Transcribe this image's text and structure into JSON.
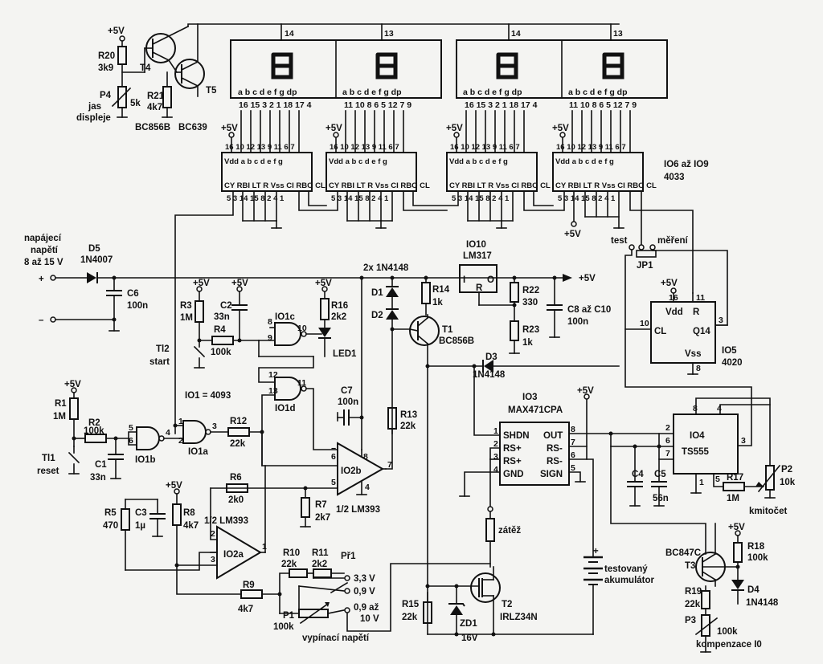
{
  "labels": {
    "supply_plus": "+5V",
    "r20": "R20",
    "r20v": "3k9",
    "p4": "P4",
    "p4v": "5k",
    "jas1": "jas",
    "jas2": "displeje",
    "t4": "T4",
    "t5": "T5",
    "r21": "R21",
    "r21v": "4k7",
    "bc856b": "BC856B",
    "bc639": "BC639",
    "pin14a": "14",
    "pin13a": "13",
    "pin14b": "14",
    "pin13b": "13",
    "disp_pins_1": "16 15 3 2 1 18 17 4",
    "disp_pins_2": "11 10 8 6 5 12 7 9",
    "io_top_pins": "16 10 12 13 9 11 6 7",
    "io_bot_pins": "5 3 14 15 8 2 4 1",
    "io_top_names": "Vdd a b c d e f g",
    "io_bot_names": "CY RBI LT R Vss CI RBO CL",
    "io6_9_a": "IO6 až IO9",
    "io6_9_b": "4033",
    "nap1": "napájecí",
    "nap2": "napětí",
    "nap3": "8 až 15 V",
    "plus": "+",
    "minus": "–",
    "d5": "D5",
    "d5v": "1N4007",
    "c6": "C6",
    "c6v": "100n",
    "io10": "IO10",
    "io10v": "LM317",
    "i": "I",
    "o": "O",
    "r": "R",
    "diodes": "2x 1N4148",
    "d1": "D1",
    "d2": "D2",
    "r14": "R14",
    "r14v": "1k",
    "t1": "T1",
    "t1v": "BC856B",
    "r22": "R22",
    "r22v": "330",
    "r23": "R23",
    "r23v": "1k",
    "c8": "C8 až C10",
    "c8v": "100n",
    "out5v": "+5V",
    "test": "test",
    "mereni": "měření",
    "jp1": "JP1",
    "io5": "IO5",
    "io5v": "4020",
    "vdd": "Vdd",
    "vss": "Vss",
    "cl": "CL",
    "q14": "Q14",
    "rr": "R",
    "p16": "16",
    "p11": "11",
    "p10": "10",
    "p3": "3",
    "p8": "8",
    "r3": "R3",
    "r3v": "1M",
    "c2": "C2",
    "c2v": "33n",
    "r4": "R4",
    "r4v": "100k",
    "ti2a": "Tl2",
    "ti2b": "start",
    "io1c": "IO1c",
    "io1d": "IO1d",
    "io1a": "IO1a",
    "io1b": "IO1b",
    "r16": "R16",
    "r16v": "2k2",
    "led1": "LED1",
    "io1": "IO1 = 4093",
    "c7": "C7",
    "c7v": "100n",
    "d3": "D3",
    "d3v": "1N4148",
    "r1": "R1",
    "r1v": "1M",
    "r2": "R2",
    "r2v": "100k",
    "ti1a": "Tl1",
    "ti1b": "reset",
    "c1": "C1",
    "c1v": "33n",
    "r12": "R12",
    "r12v": "22k",
    "r13": "R13",
    "r13v": "22k",
    "io2b": "IO2b",
    "lm393b": "1/2 LM393",
    "r6": "R6",
    "r6v": "2k0",
    "r7": "R7",
    "r7v": "2k7",
    "r5": "R5",
    "r5v": "470",
    "c3": "C3",
    "c3v": "1µ",
    "r8": "R8",
    "r8v": "4k7",
    "lm393a": "1/2 LM393",
    "io2a": "IO2a",
    "r9": "R9",
    "r9v": "4k7",
    "r10": "R10",
    "r10v": "22k",
    "r11": "R11",
    "r11v": "2k2",
    "pr1": "Př1",
    "v33": "3,3 V",
    "v09": "0,9 V",
    "v09a": "0,9 až",
    "v10": "10 V",
    "p1": "P1",
    "p1v": "100k",
    "vyp": "vypínací napětí",
    "io3": "IO3",
    "io3v": "MAX471CPA",
    "shdn": "SHDN",
    "rsp": "RS+",
    "rsp2": "RS+",
    "gnd": "GND",
    "out": "OUT",
    "rsm": "RS-",
    "rsm2": "RS-",
    "sign": "SIGN",
    "zatez": "zátěž",
    "r15": "R15",
    "r15v": "22k",
    "zd1": "ZD1",
    "zd1v": "16V",
    "t2": "T2",
    "t2v": "IRLZ34N",
    "bat1": "testovaný",
    "bat2": "akumulátor",
    "io4": "IO4",
    "io4v": "TS555",
    "c4": "C4",
    "c5": "C5",
    "c5v": "56n",
    "r17": "R17",
    "r17v": "1M",
    "p2": "P2",
    "p2v": "10k",
    "kmit": "kmitočet",
    "t3": "T3",
    "t3v": "BC847C",
    "r18": "R18",
    "r18v": "100k",
    "d4": "D4",
    "d4v": "1N4148",
    "r19": "R19",
    "r19v": "22k",
    "p3lbl": "P3",
    "p3v": "100k",
    "komp": "kompenzace I0"
  }
}
